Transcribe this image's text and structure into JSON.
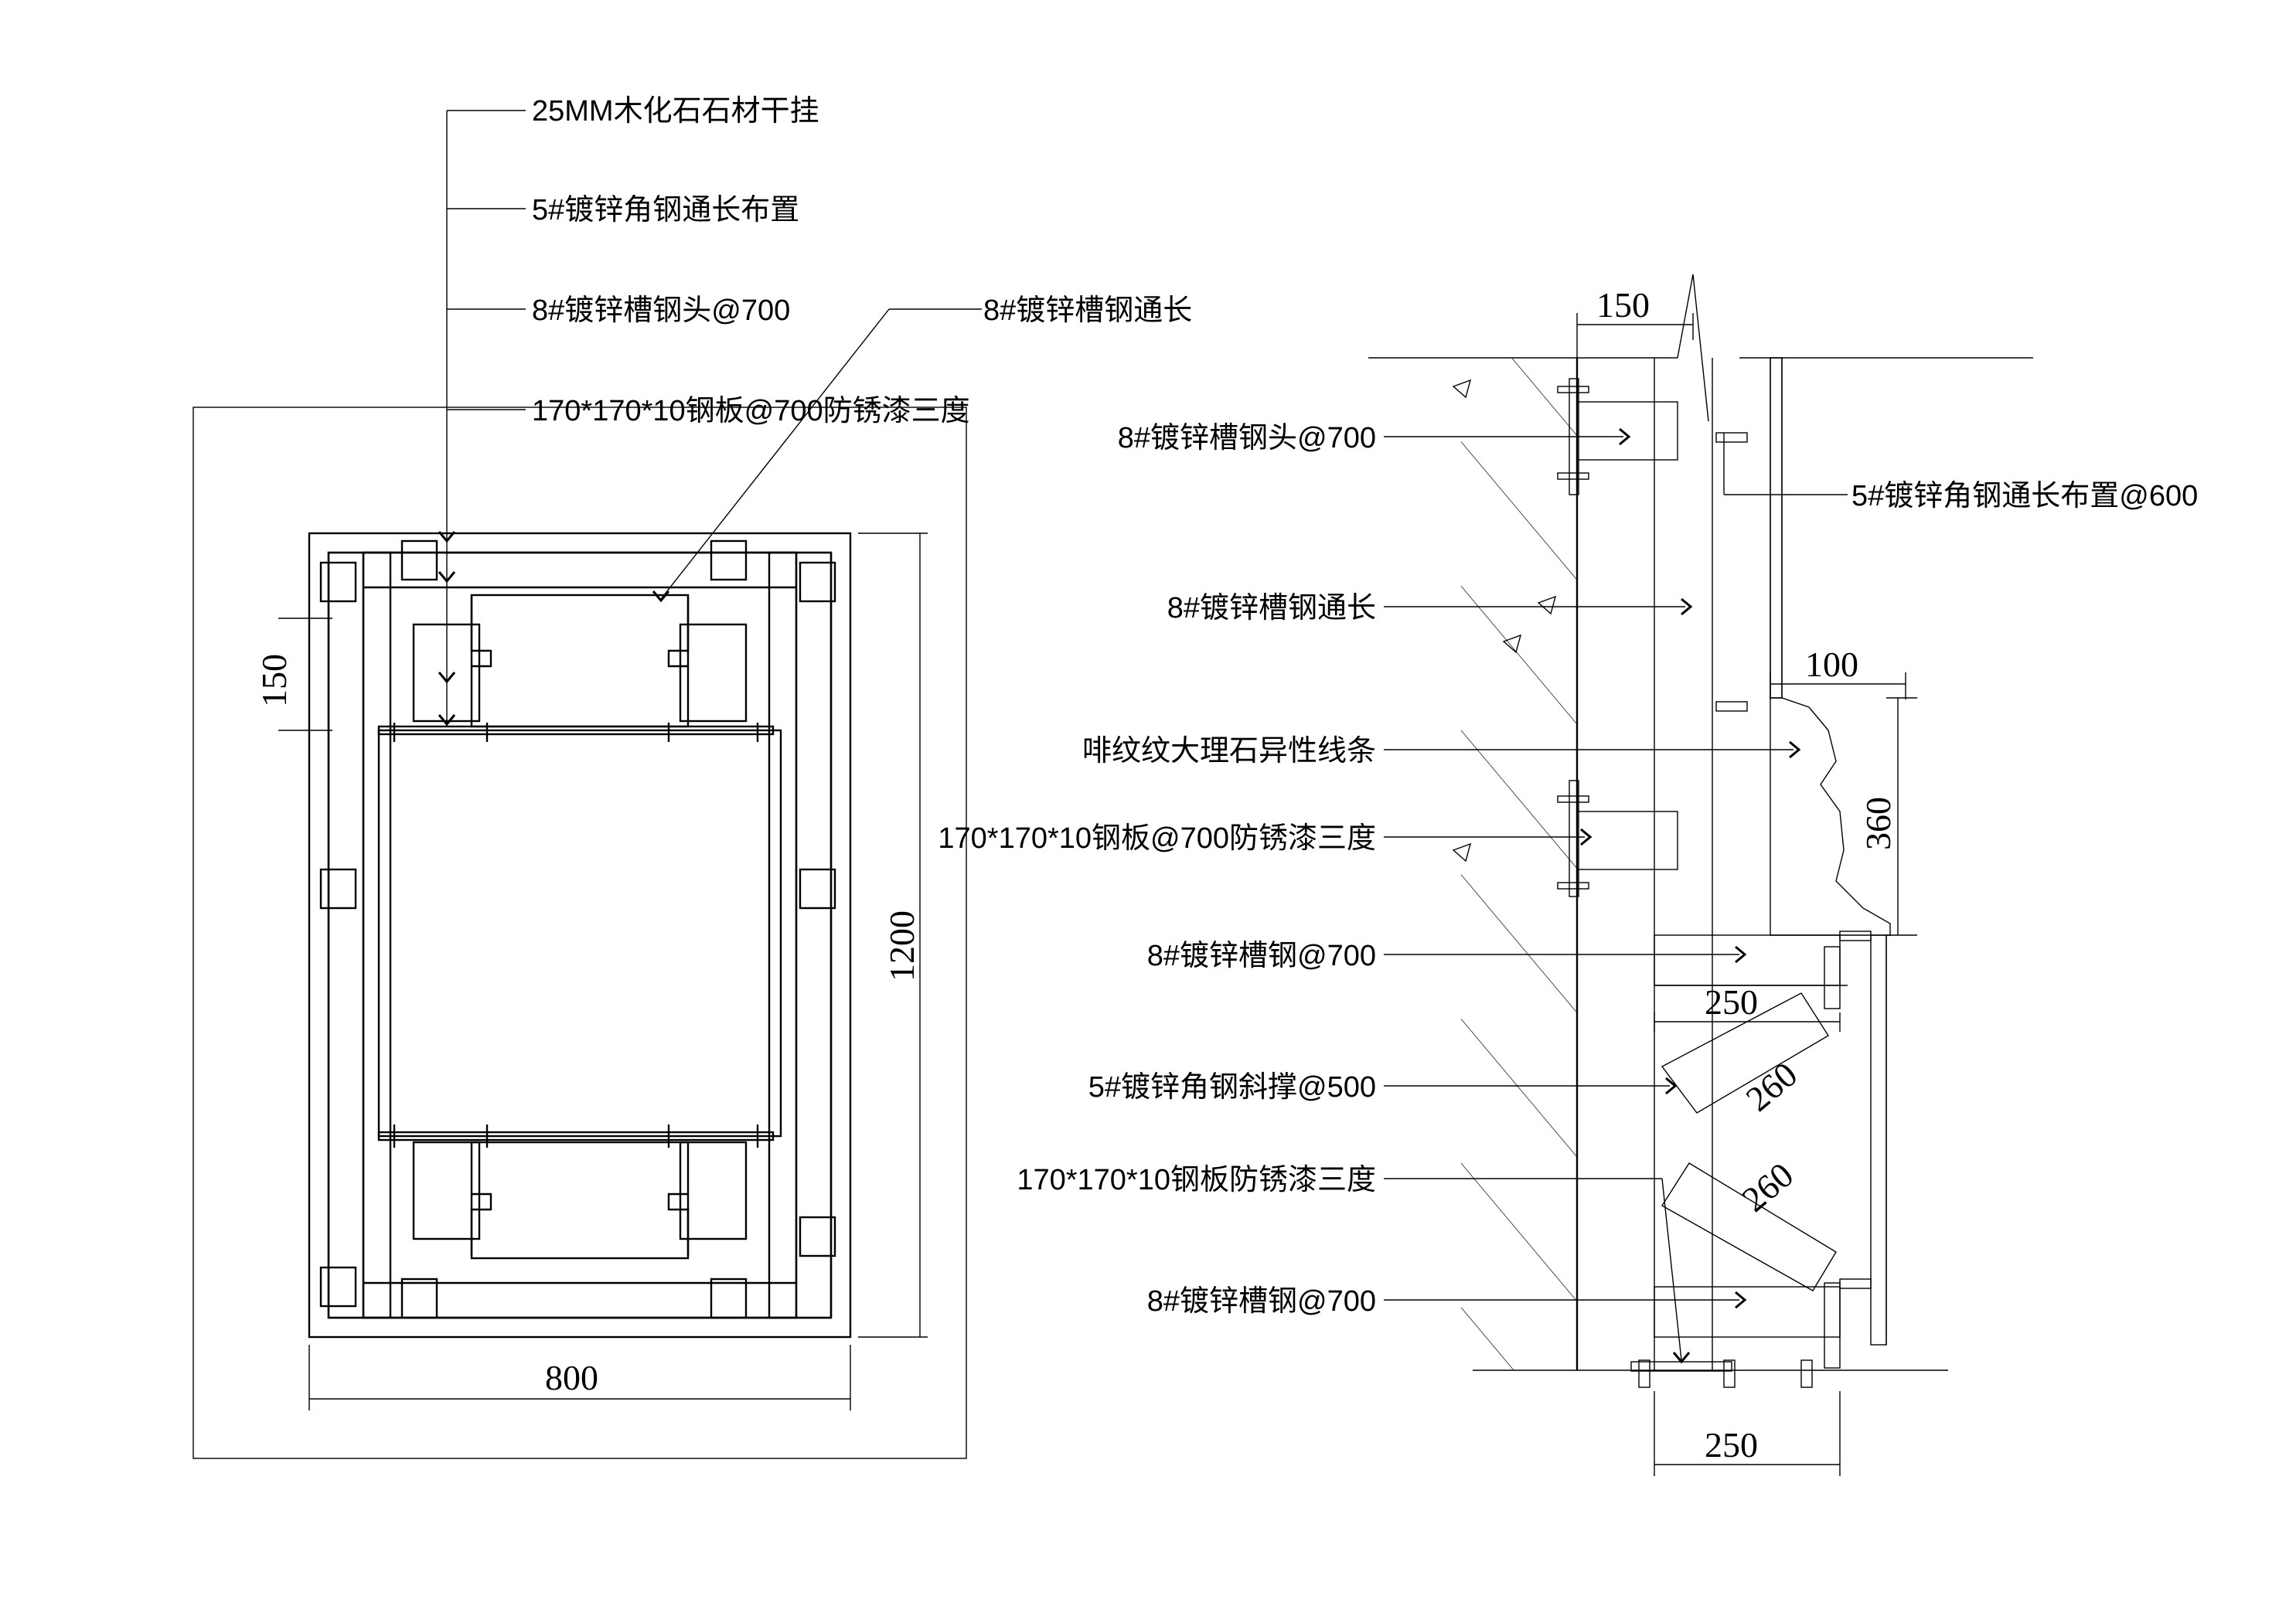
{
  "left_section": {
    "labels": [
      "25MM木化石石材干挂",
      "5#镀锌角钢通长布置",
      "8#镀锌槽钢头@700",
      "8#镀锌槽钢通长",
      "170*170*10钢板@700防锈漆三度"
    ],
    "dims": {
      "width": "800",
      "height": "1200",
      "side": "150"
    }
  },
  "right_section": {
    "labels": [
      "8#镀锌槽钢头@700",
      "8#镀锌槽钢通长",
      "啡纹纹大理石异性线条",
      "170*170*10钢板@700防锈漆三度",
      "8#镀锌槽钢@700",
      "5#镀锌角钢斜撑@500",
      "170*170*10钢板防锈漆三度",
      "8#镀锌槽钢@700"
    ],
    "right_label": "5#镀锌角钢通长布置@600",
    "dims": {
      "top": "150",
      "step": "100",
      "height_360": "360",
      "width_250_mid": "250",
      "diag_260_a": "260",
      "diag_260_b": "260",
      "width_250_bottom": "250"
    }
  }
}
